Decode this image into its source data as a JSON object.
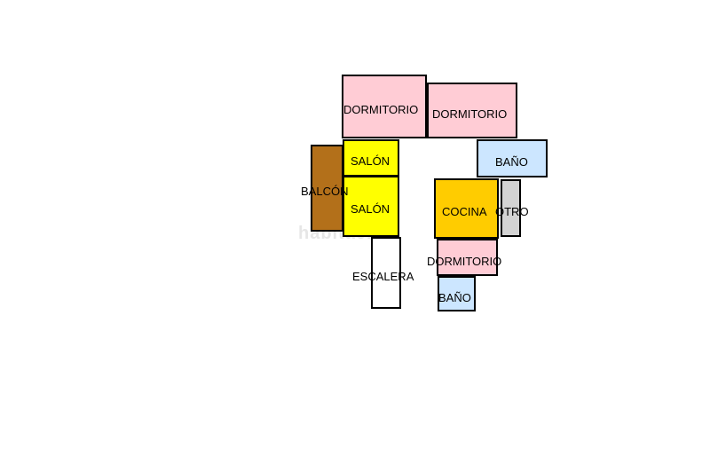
{
  "colors": {
    "dormitorio": "#ffccd5",
    "salon": "#ffff00",
    "balcon": "#b3701a",
    "bano": "#cce6ff",
    "cocina": "#ffcc00",
    "otro": "#d3d3d3",
    "escalera": "#ffffff",
    "border": "#000000"
  },
  "rooms": {
    "dormitorio_1": "DORMITORIO",
    "dormitorio_2": "DORMITORIO",
    "bano_1": "BAÑO",
    "salon_1": "SALÓN",
    "balcon": "BALCÓN",
    "salon_2": "SALÓN",
    "cocina": "COCINA",
    "otro": "OTRO",
    "dormitorio_3": "DORMITORIO",
    "escalera": "ESCALERA",
    "bano_2": "BAÑO"
  },
  "watermark": "habitaclia"
}
